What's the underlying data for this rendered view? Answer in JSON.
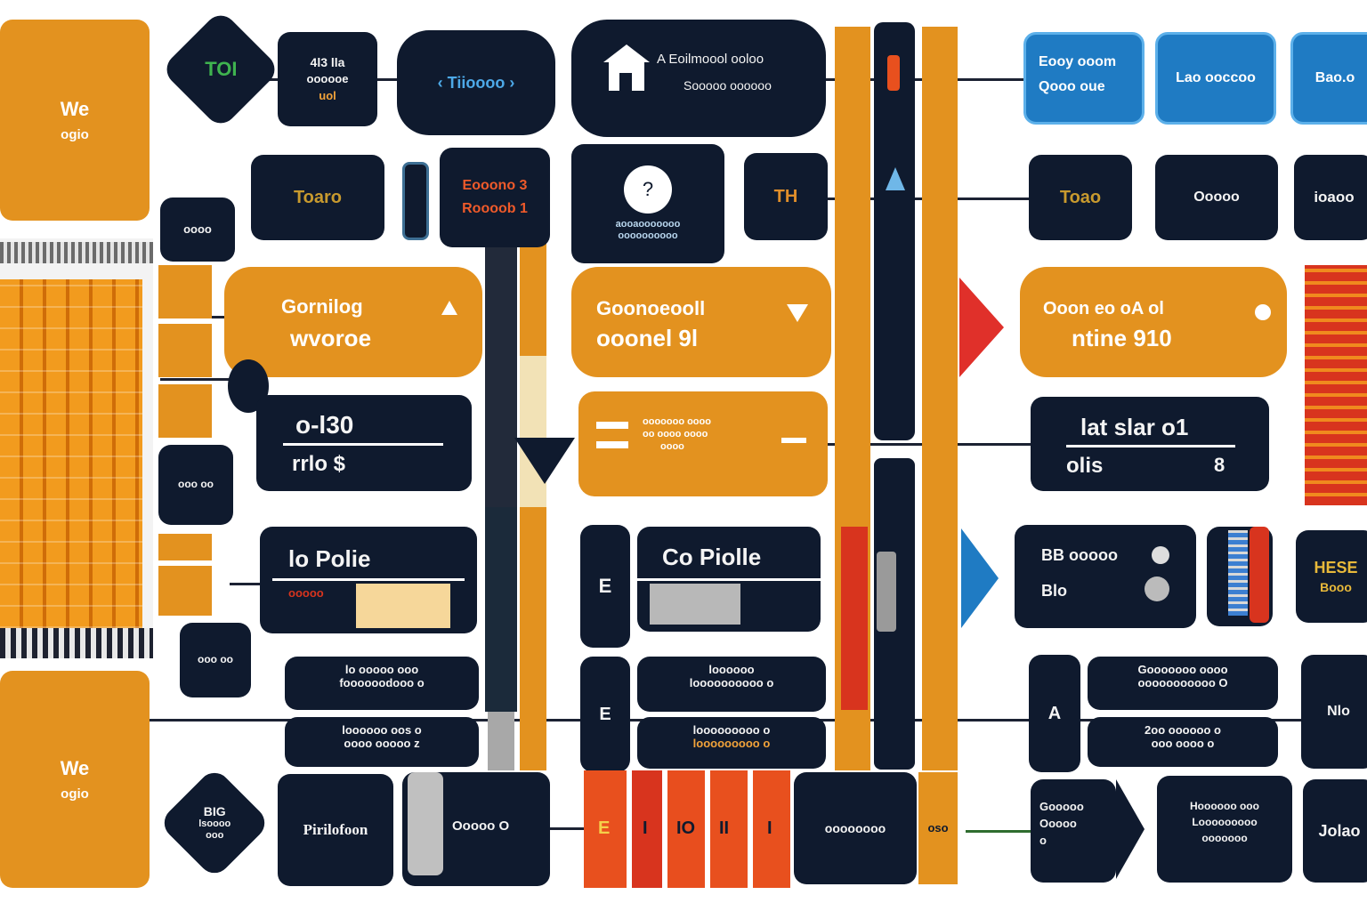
{
  "tiles": {
    "top_left": {
      "line1": "We",
      "line2": "ogio"
    },
    "bottom_left": {
      "line1": "We",
      "line2": "ogio"
    }
  },
  "row1": {
    "diamond_label": "TOI",
    "box_a": {
      "l1": "4l3 lla",
      "l2": "oooooe",
      "l3": "uol"
    },
    "pill_label": "‹ Tiioooo ›",
    "big_box": {
      "l1": "A Eoilmoool ooloo",
      "l2": "Sooooo oooooo"
    },
    "blue1": {
      "l1": "Eooy ooom",
      "l2": "Qooo oue"
    },
    "blue2": "Lao ooccoo",
    "blue3": "Bao.o"
  },
  "row2": {
    "small_box": "oooo",
    "box_tm": "Toaro",
    "red_text": {
      "l1": "Eooono 3",
      "l2": "Roooob 1"
    },
    "bulb_box": {
      "l1": "aooaooooooo",
      "l2": "oooooooooo"
    },
    "box_th": "TH",
    "right_tm": "Toao",
    "right_label": "Ooooo",
    "far_right": "ioaoo"
  },
  "row3": {
    "orange_left": {
      "l1": "Gornilog",
      "l2": "wvoroe"
    },
    "orange_mid": {
      "l1": "Goonoeooll",
      "l2": "ooonel 9l"
    },
    "orange_right": {
      "l1": "Ooon eo oA ol",
      "l2": "ntine 910"
    },
    "side_a": "ooo oo",
    "side_b": "ooo oo"
  },
  "row4": {
    "dark_left": {
      "l1": "o-l30",
      "l2": "rrlo $"
    },
    "orange_text": {
      "l1": "ooooooo oooo",
      "l2": "oo oooo oooo",
      "l3": "oooo"
    },
    "dark_right": {
      "l1": "lat slar o1",
      "l2": "olis",
      "l3": "8"
    }
  },
  "row5": {
    "left_box": "lo Polie",
    "left_sub": "ooooo",
    "e_box": "E",
    "mid_box": "Co Piolle",
    "right_box": "BB ooooo",
    "right_sub": "Blo",
    "far_right": {
      "l1": "HESE",
      "l2": "Booo"
    }
  },
  "row6": {
    "left_a": {
      "l1": "lo ooooo ooo",
      "l2": "foooooodooo o"
    },
    "left_b": {
      "l1": "loooooo oos o",
      "l2": "oooo ooooo z"
    },
    "e_box": "E",
    "mid_a": {
      "l1": "loooooo",
      "l2": "loooooooooo o"
    },
    "mid_b": {
      "l1": "looooooooo o",
      "l2": "looooooooo o"
    },
    "a_box": "A",
    "right_a": {
      "l1": "Gooooooo oooo",
      "l2": "ooooooooooo O"
    },
    "right_b": {
      "l1": "2oo oooooo o",
      "l2": "ooo oooo o"
    },
    "far_right": "Nlo"
  },
  "row7": {
    "diamond": {
      "l1": "BIG",
      "l2": "lsoooo",
      "l3": "ooo"
    },
    "box1": "Pirilofoon",
    "box2": "Ooooo O",
    "red_labels": [
      "E",
      "I",
      "IO",
      "II",
      "I"
    ],
    "box3": "oooooooo",
    "small": "oso",
    "box4": {
      "l1": "Gooooo",
      "l2": "Ooooo",
      "l3": "o"
    },
    "box5": {
      "l1": "Hoooooo ooo",
      "l2": "Looooooooo",
      "l3": "ooooooo"
    },
    "box6": "Jolao"
  },
  "colors": {
    "dark": "#0f1a2e",
    "orange": "#e3921f",
    "blue": "#1f7bc3",
    "red": "#d8341e",
    "yellow_text": "#f2a33a"
  }
}
